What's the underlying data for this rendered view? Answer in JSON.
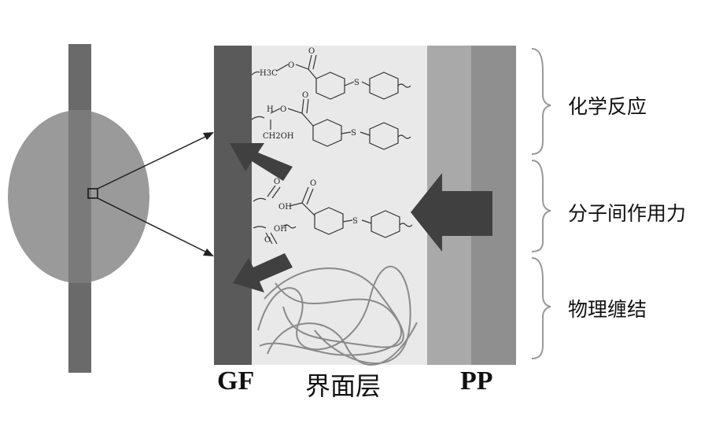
{
  "labels": {
    "fiber": "GF",
    "interface": "界面层",
    "matrix": "PP"
  },
  "mechanisms": [
    "化学反应",
    "分子间作用力",
    "物理缠结"
  ],
  "chemistry": {
    "ch3": "H3C",
    "oxygen": "O",
    "hydrogen": "H",
    "sulfur": "S",
    "ch2oh": "CH2OH",
    "oh": "OH"
  },
  "colors": {
    "fiber_bar": "#5a5a5a",
    "matrix_bar": "#8f8f8f",
    "interface_bg": "#e9e9e9",
    "arrow": "#404040",
    "ellipse": "#9a9a9a"
  }
}
